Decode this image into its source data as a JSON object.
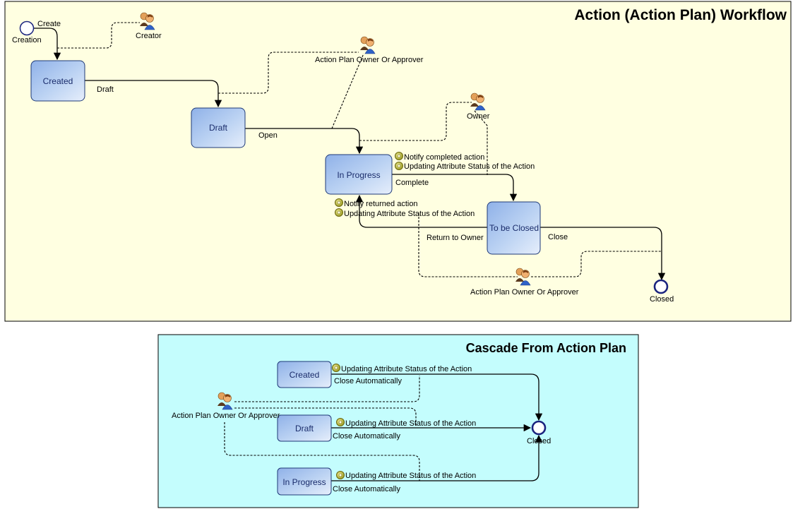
{
  "main": {
    "title": "Action (Action Plan) Workflow",
    "colors": {
      "panel_bg": "#ffffe1",
      "state_fill": "#a9c6f0",
      "state_stroke": "#1f3a78"
    },
    "start": {
      "label": "Creation",
      "transition": "Create"
    },
    "end": {
      "label": "Closed"
    },
    "states": {
      "created": "Created",
      "draft": "Draft",
      "in_progress": "In Progress",
      "to_be_closed": "To be Closed"
    },
    "transitions": {
      "draft": "Draft",
      "open": "Open",
      "complete": "Complete",
      "return_to_owner": "Return to Owner",
      "close": "Close"
    },
    "actors": {
      "creator": "Creator",
      "owner_or_approver_top": "Action Plan Owner Or Approver",
      "owner": "Owner",
      "owner_or_approver_bottom": "Action Plan Owner Or Approver"
    },
    "actions": {
      "notify_completed": "Notify completed action",
      "updating_status_1": "Updating Attribute Status of the Action",
      "notify_returned": "Notify returned action",
      "updating_status_2": "Updating Attribute Status of the Action"
    }
  },
  "cascade": {
    "title": "Cascade From Action Plan",
    "colors": {
      "panel_bg": "#c4fdfd"
    },
    "states": {
      "created": "Created",
      "draft": "Draft",
      "in_progress": "In Progress"
    },
    "actor": "Action Plan Owner Or Approver",
    "end": {
      "label": "Closed"
    },
    "rows": [
      {
        "action": "Updating Attribute Status of the Action",
        "transition": "Close Automatically"
      },
      {
        "action": "Updating Attribute Status of the Action",
        "transition": "Close Automatically"
      },
      {
        "action": "Updating Attribute Status of the Action",
        "transition": "Close Automatically"
      }
    ]
  }
}
